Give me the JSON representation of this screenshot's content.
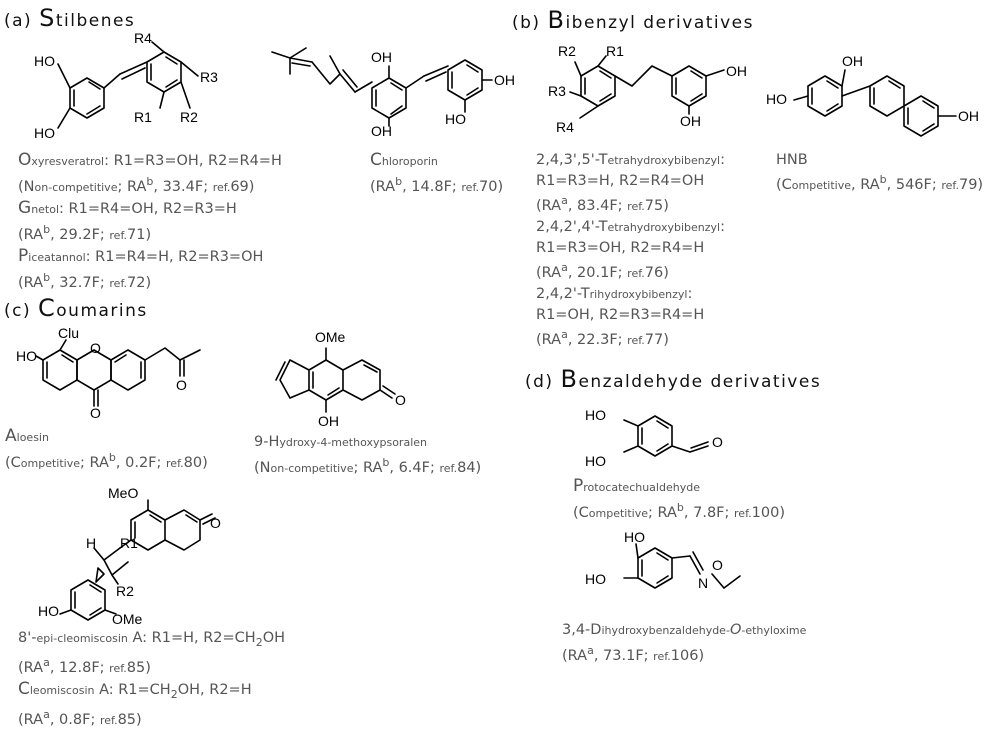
{
  "sections": {
    "a": {
      "prefix": "(a) ",
      "cap": "S",
      "rest": "tilbenes"
    },
    "b": {
      "prefix": "(b) ",
      "cap": "B",
      "rest": "ibenzyl derivatives"
    },
    "c": {
      "prefix": "(c) ",
      "cap": "C",
      "rest": "oumarins"
    },
    "d": {
      "prefix": "(d) ",
      "cap": "B",
      "rest": "enzaldehyde derivatives"
    }
  },
  "atom_labels": {
    "ho": "HO",
    "oh": "OH",
    "o": "O",
    "r1": "R1",
    "r2": "R2",
    "r3": "R3",
    "r4": "R4",
    "clu": "Clu",
    "ome": "OMe",
    "meo": "MeO",
    "h": "H",
    "n": "N"
  },
  "captions": {
    "oxyresveratrol": {
      "name_cap": "O",
      "name_rest": "xyresveratrol",
      "cond": ": R1=R3=OH, R2=R4=H",
      "p1": "(",
      "mode_cap": "N",
      "mode_rest": "on-competitive",
      "p2": "; RA",
      "sup": "b",
      "val": ", 33.4F; ",
      "ref_word": "ref.",
      "ref_num": "69)"
    },
    "gnetol": {
      "name_cap": "G",
      "name_rest": "netol",
      "cond": ": R1=R4=OH, R2=R3=H",
      "p2": "(RA",
      "sup": "b",
      "val": ", 29.2F; ",
      "ref_word": "ref.",
      "ref_num": "71)"
    },
    "piceatannol": {
      "name_cap": "P",
      "name_rest": "iceatannol",
      "cond": ": R1=R4=H, R2=R3=OH",
      "p2": "(RA",
      "sup": "b",
      "val": ", 32.7F; ",
      "ref_word": "ref.",
      "ref_num": "72)"
    },
    "chloroporin": {
      "name_cap": "C",
      "name_rest": "hloroporin",
      "p2": "(RA",
      "sup": "b",
      "val": ", 14.8F; ",
      "ref_word": "ref.",
      "ref_num": "70)"
    },
    "thb1": {
      "name_pre": "2,4,3',5'-",
      "name_cap": "T",
      "name_rest": "etrahydroxybibenzyl",
      "colon": ":",
      "cond": "R1=R3=H, R2=R4=OH",
      "p2": "(RA",
      "sup": "a",
      "val": ", 83.4F; ",
      "ref_word": "ref.",
      "ref_num": "75)"
    },
    "thb2": {
      "name_pre": "2,4,2',4'-",
      "name_cap": "T",
      "name_rest": "etrahydroxybibenzyl",
      "colon": ":",
      "cond": "R1=R3=OH, R2=R4=H",
      "p2": "(RA",
      "sup": "a",
      "val": ", 20.1F; ",
      "ref_word": "ref.",
      "ref_num": "76)"
    },
    "trb": {
      "name_pre": "2,4,2'-",
      "name_cap": "T",
      "name_rest": "rihydroxybibenzyl",
      "colon": ":",
      "cond": "R1=OH, R2=R3=R4=H",
      "p2": "(RA",
      "sup": "a",
      "val": ", 22.3F; ",
      "ref_word": "ref.",
      "ref_num": "77)"
    },
    "hnb": {
      "name": "HNB",
      "p1": "(",
      "mode_cap": "C",
      "mode_rest": "ompetitive",
      "p2": ", RA",
      "sup": "b",
      "val": ", 546F; ",
      "ref_word": "ref.",
      "ref_num": "79)"
    },
    "aloesin": {
      "name_cap": "A",
      "name_rest": "loesin",
      "p1": "(",
      "mode_cap": "C",
      "mode_rest": "ompetitive",
      "p2": "; RA",
      "sup": "b",
      "val": ", 0.2F; ",
      "ref_word": "ref.",
      "ref_num": "80)"
    },
    "hmp": {
      "name_pre": "9-H",
      "name_rest": "ydroxy-4-methoxypsoralen",
      "p1": "(",
      "mode_cap": "N",
      "mode_rest": "on-competitive",
      "p2": "; RA",
      "sup": "b",
      "val": ", 6.4F; ",
      "ref_word": "ref.",
      "ref_num": "84)"
    },
    "epicleo": {
      "name_pre": "8'-",
      "name_rest": "epi-cleomiscosin",
      "name_post": " A: R1=H, R2=CH",
      "sub": "2",
      "name_end": "OH",
      "p2": "(RA",
      "sup": "a",
      "val": ", 12.8F; ",
      "ref_word": "ref.",
      "ref_num": "85)"
    },
    "cleo": {
      "name_cap": "C",
      "name_rest": "leomiscosin",
      "cond1": " A: R1=CH",
      "sub": "2",
      "cond2": "OH, R2=H",
      "p2": "(RA",
      "sup": "a",
      "val": ", 0.8F; ",
      "ref_word": "ref.",
      "ref_num": "85)"
    },
    "proto": {
      "name_cap": "P",
      "name_rest": "rotocatechualdehyde",
      "p1": "(",
      "mode_cap": "C",
      "mode_rest": "ompetitive",
      "p2": "; RA",
      "sup": "b",
      "val": ", 7.8F; ",
      "ref_word": "ref.",
      "ref_num": "100)"
    },
    "dbo": {
      "name_pre": "3,4-D",
      "name_rest": "ihydroxybenzaldehyde-",
      "name_o": "O",
      "name_end": "-ethyloxime",
      "p2": "(RA",
      "sup": "a",
      "val": ", 73.1F; ",
      "ref_word": "ref.",
      "ref_num": "106)"
    }
  }
}
